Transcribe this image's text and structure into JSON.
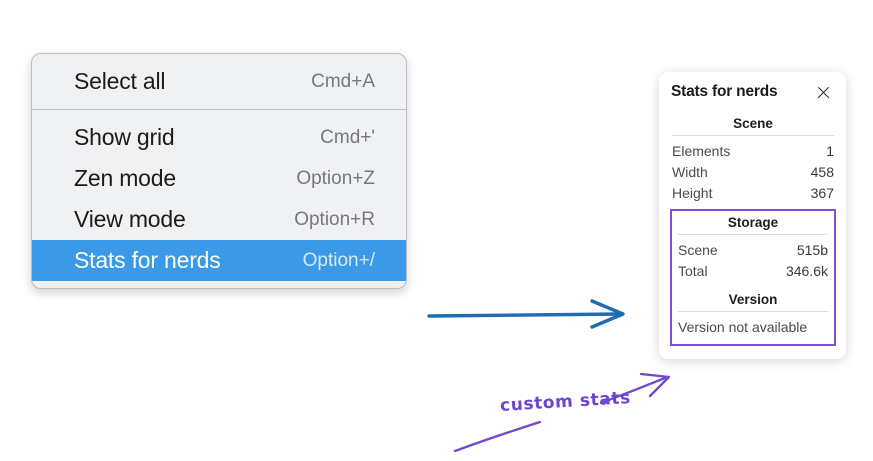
{
  "menu": {
    "groups": [
      {
        "items": [
          {
            "label": "Select all",
            "shortcut": "Cmd+A",
            "selected": false
          }
        ]
      },
      {
        "items": [
          {
            "label": "Show grid",
            "shortcut": "Cmd+'",
            "selected": false
          },
          {
            "label": "Zen mode",
            "shortcut": "Option+Z",
            "selected": false
          },
          {
            "label": "View mode",
            "shortcut": "Option+R",
            "selected": false
          },
          {
            "label": "Stats for nerds",
            "shortcut": "Option+/",
            "selected": true
          }
        ]
      }
    ],
    "highlight_color": "#3b9ae8"
  },
  "stats_panel": {
    "title": "Stats for nerds",
    "close_icon": "close-icon",
    "scene": {
      "heading": "Scene",
      "rows": [
        {
          "label": "Elements",
          "value": "1"
        },
        {
          "label": "Width",
          "value": "458"
        },
        {
          "label": "Height",
          "value": "367"
        }
      ]
    },
    "storage": {
      "heading": "Storage",
      "rows": [
        {
          "label": "Scene",
          "value": "515b"
        },
        {
          "label": "Total",
          "value": "346.6k"
        }
      ]
    },
    "version": {
      "heading": "Version",
      "text": "Version not available"
    },
    "highlight_color": "#7d4fd6"
  },
  "annotations": {
    "custom_stats_label": "custom stats",
    "arrow_color_blue": "#1f6cb0",
    "arrow_color_purple": "#7048d0"
  }
}
